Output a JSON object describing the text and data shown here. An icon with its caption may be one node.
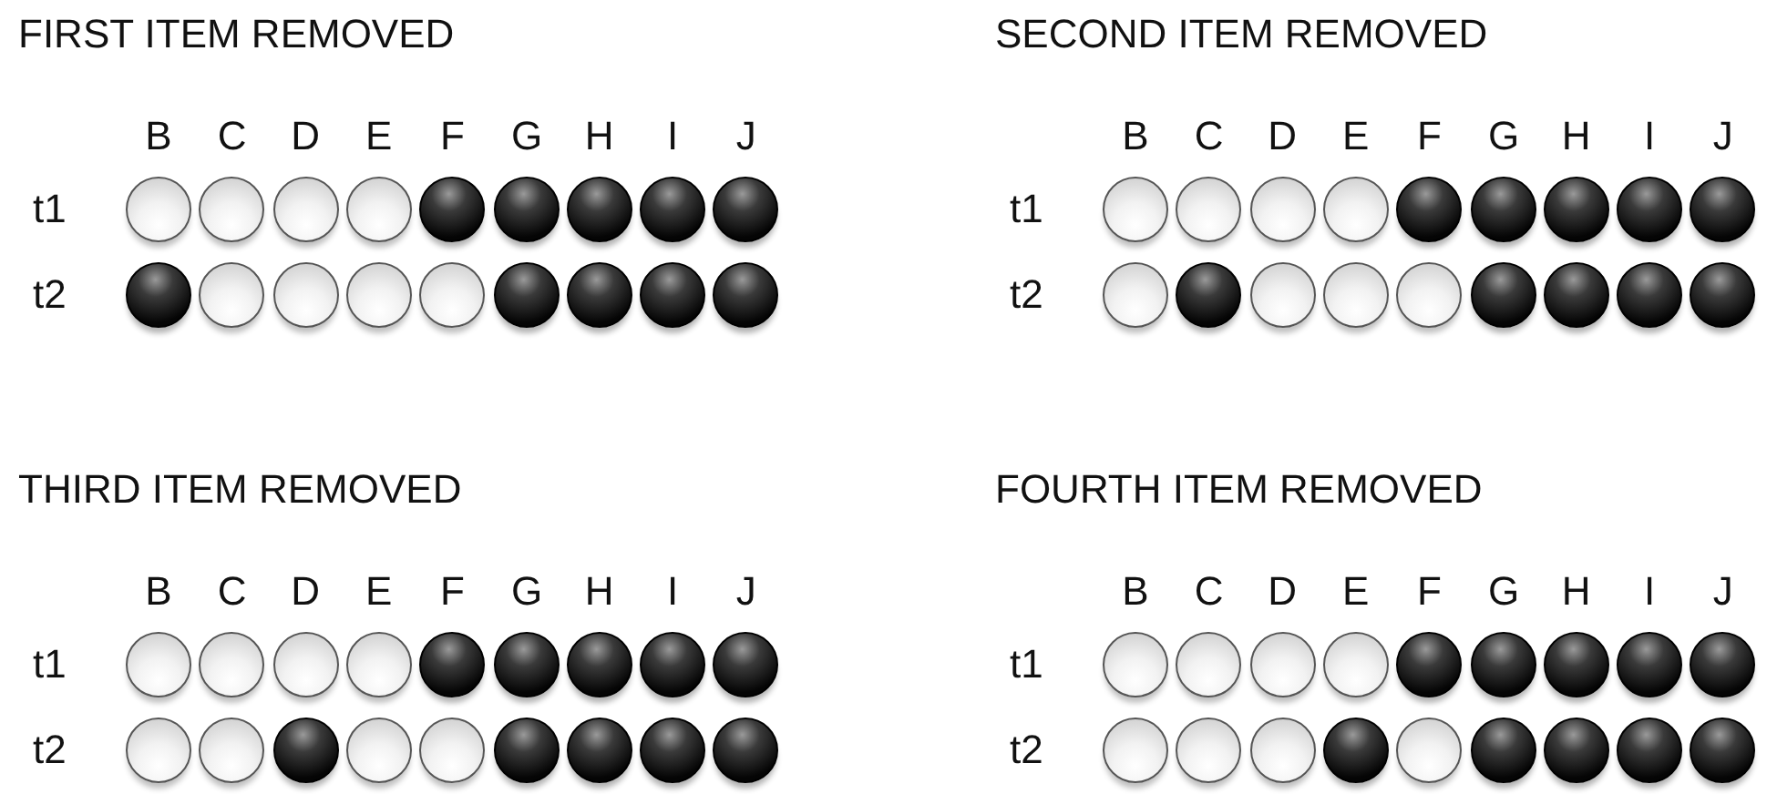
{
  "diagram": {
    "nodes": [
      {
        "text": [],
        "shape": "circle"
      },
      {
        "text": [],
        "shape": "circle"
      },
      {
        "text": [],
        "shape": "circle"
      },
      {
        "text": [],
        "shape": "circle"
      },
      {
        "text": [],
        "shape": "dot"
      },
      {
        "text": [],
        "shape": "dot"
      },
      {
        "text": [],
        "shape": "dot"
      },
      {
        "text": [],
        "shape": "dot"
      },
      {
        "text": [],
        "shape": "dot"
      },
      {
        "text": [],
        "shape": "dot"
      },
      {
        "text": [],
        "shape": "circle"
      },
      {
        "text": [],
        "shape": "circle"
      },
      {
        "text": [],
        "shape": "circle"
      },
      {
        "text": [],
        "shape": "circle"
      },
      {
        "text": [],
        "shape": "dot"
      },
      {
        "text": [],
        "shape": "dot"
      },
      {
        "text": [],
        "shape": "dot"
      },
      {
        "text": [],
        "shape": "dot"
      },
      {
        "text": [],
        "shape": "circle"
      },
      {
        "text": [],
        "shape": "circle"
      },
      {
        "text": [],
        "shape": "circle"
      },
      {
        "text": [],
        "shape": "circle"
      },
      {
        "text": [],
        "shape": "dot"
      },
      {
        "text": [],
        "shape": "dot"
      },
      {
        "text": [],
        "shape": "dot"
      },
      {
        "text": [],
        "shape": "dot"
      },
      {
        "text": [],
        "shape": "dot"
      },
      {
        "text": [],
        "shape": "circle"
      },
      {
        "text": [],
        "shape": "dot"
      },
      {
        "text": [],
        "shape": "circle"
      },
      {
        "text": [],
        "shape": "circle"
      },
      {
        "text": [],
        "shape": "circle"
      },
      {
        "text": [],
        "shape": "dot"
      },
      {
        "text": [],
        "shape": "dot"
      },
      {
        "text": [],
        "shape": "dot"
      },
      {
        "text": [],
        "shape": "dot"
      },
      {
        "text": [],
        "shape": "circle"
      },
      {
        "text": [],
        "shape": "circle"
      },
      {
        "text": [],
        "shape": "circle"
      },
      {
        "text": [],
        "shape": "circle"
      },
      {
        "text": [],
        "shape": "dot"
      },
      {
        "text": [],
        "shape": "dot"
      },
      {
        "text": [],
        "shape": "dot"
      },
      {
        "text": [],
        "shape": "dot"
      },
      {
        "text": [],
        "shape": "dot"
      },
      {
        "text": [],
        "shape": "circle"
      },
      {
        "text": [],
        "shape": "circle"
      },
      {
        "text": [],
        "shape": "dot"
      },
      {
        "text": [],
        "shape": "circle"
      },
      {
        "text": [],
        "shape": "circle"
      },
      {
        "text": [],
        "shape": "dot"
      },
      {
        "text": [],
        "shape": "dot"
      },
      {
        "text": [],
        "shape": "dot"
      },
      {
        "text": [],
        "shape": "dot"
      },
      {
        "text": [],
        "shape": "circle"
      },
      {
        "text": [],
        "shape": "circle"
      },
      {
        "text": [],
        "shape": "circle"
      },
      {
        "text": [],
        "shape": "circle"
      },
      {
        "text": [],
        "shape": "dot"
      },
      {
        "text": [],
        "shape": "dot"
      },
      {
        "text": [],
        "shape": "dot"
      },
      {
        "text": [],
        "shape": "dot"
      },
      {
        "text": [],
        "shape": "dot"
      },
      {
        "text": [],
        "shape": "circle"
      },
      {
        "text": [],
        "shape": "circle"
      },
      {
        "text": [],
        "shape": "circle"
      },
      {
        "text": [],
        "shape": "dot"
      },
      {
        "text": [],
        "shape": "circle"
      },
      {
        "text": [],
        "shape": "dot"
      },
      {
        "text": [],
        "shape": "dot"
      },
      {
        "text": [],
        "shape": "dot"
      },
      {
        "text": [],
        "shape": "dot"
      }
    ],
    "labels": [
      "FIRST ITEM REMOVED",
      "B",
      "C",
      "D",
      "E",
      "F",
      "G",
      "H",
      "I",
      "J",
      "t1",
      "t2",
      "SECOND ITEM REMOVED",
      "B",
      "C",
      "D",
      "E",
      "F",
      "G",
      "H",
      "I",
      "J",
      "t1",
      "t2",
      "THIRD ITEM REMOVED",
      "B",
      "C",
      "D",
      "E",
      "F",
      "G",
      "H",
      "I",
      "J",
      "t1",
      "t2",
      "FOURTH ITEM REMOVED",
      "B",
      "C",
      "D",
      "E",
      "F",
      "G",
      "H",
      "I",
      "J",
      "t1",
      "t2"
    ]
  }
}
